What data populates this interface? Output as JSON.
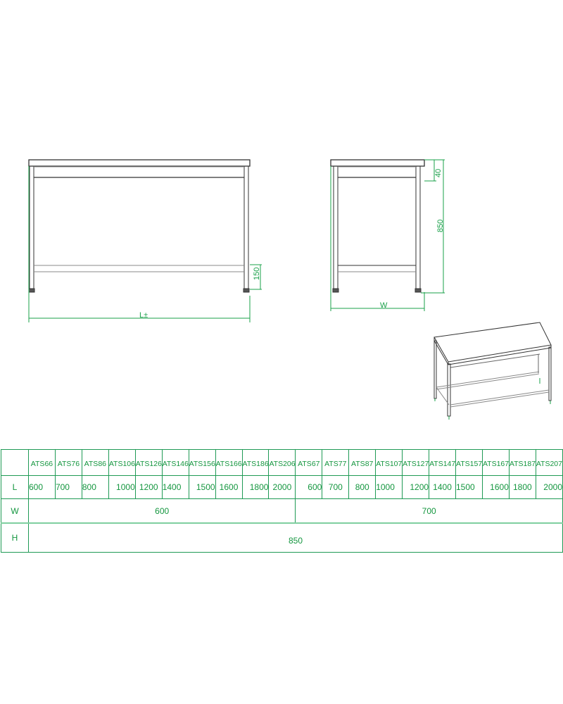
{
  "drawing": {
    "front_view": {
      "length_label": "L±",
      "bottom_shelf_height_label": "150"
    },
    "side_view": {
      "width_label": "W",
      "top_thickness_label": "40",
      "total_height_label": "850"
    },
    "iso_view": {
      "description": "isometric view of stainless table with under shelf"
    },
    "line_color": "#333333",
    "dimension_color": "#1aa04a"
  },
  "spec_table": {
    "row_labels": [
      "L",
      "W",
      "H"
    ],
    "models": [
      "ATS66",
      "ATS76",
      "ATS86",
      "ATS106",
      "ATS126",
      "ATS146",
      "ATS156",
      "ATS166",
      "ATS186",
      "ATS206",
      "ATS67",
      "ATS77",
      "ATS87",
      "ATS107",
      "ATS127",
      "ATS147",
      "ATS157",
      "ATS167",
      "ATS187",
      "ATS207"
    ],
    "lengths": [
      "600",
      "700",
      "800",
      "1000",
      "1200",
      "1400",
      "1500",
      "1600",
      "1800",
      "2000",
      "600",
      "700",
      "800",
      "1000",
      "1200",
      "1400",
      "1500",
      "1600",
      "1800",
      "2000"
    ],
    "widths": [
      {
        "value": "600",
        "span": 10
      },
      {
        "value": "700",
        "span": 10
      }
    ],
    "height": "850",
    "border_color": "#1f9a55",
    "text_color": "#14963f"
  }
}
